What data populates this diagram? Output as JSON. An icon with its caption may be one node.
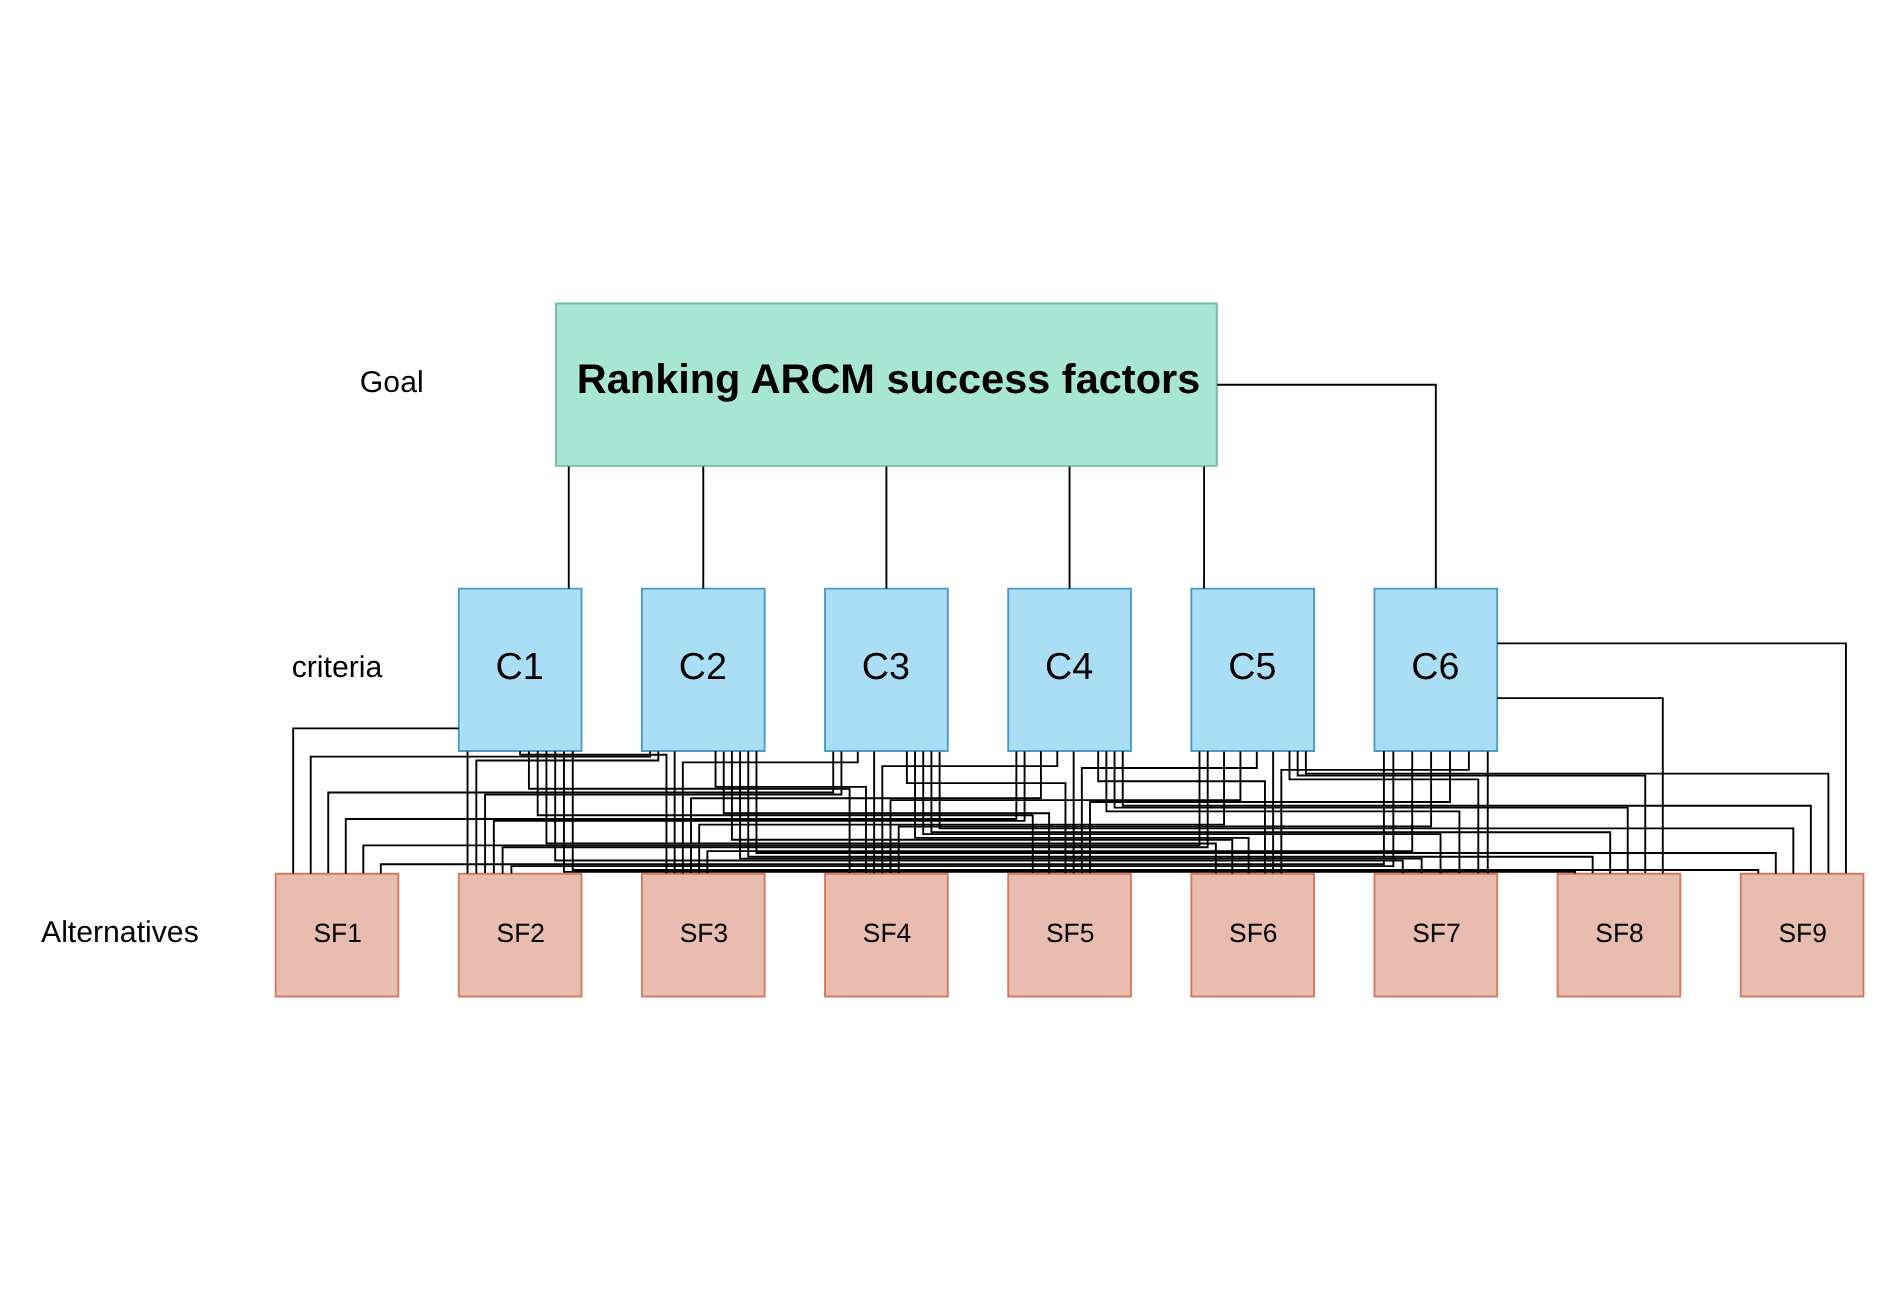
{
  "diagram": {
    "nodes": [
      {
        "text": [
          "Ranking ARCM success factors"
        ]
      },
      {
        "text": [
          "C1"
        ]
      },
      {
        "text": [
          "C2"
        ]
      },
      {
        "text": [
          "C3"
        ]
      },
      {
        "text": [
          "C4"
        ]
      },
      {
        "text": [
          "C5"
        ]
      },
      {
        "text": [
          "C6"
        ]
      },
      {
        "text": [
          "SF1"
        ]
      },
      {
        "text": [
          "SF2"
        ]
      },
      {
        "text": [
          "SF3"
        ]
      },
      {
        "text": [
          "SF4"
        ]
      },
      {
        "text": [
          "SF5"
        ]
      },
      {
        "text": [
          "SF6"
        ]
      },
      {
        "text": [
          "SF7"
        ]
      },
      {
        "text": [
          "SF8"
        ]
      },
      {
        "text": [
          "SF9"
        ]
      }
    ],
    "edges": [
      {
        "from": 0,
        "to": 1,
        "arrow": "none"
      },
      {
        "from": 0,
        "to": 2,
        "arrow": "none"
      },
      {
        "from": 0,
        "to": 3,
        "arrow": "none"
      },
      {
        "from": 0,
        "to": 4,
        "arrow": "none"
      },
      {
        "from": 0,
        "to": 5,
        "arrow": "none"
      },
      {
        "from": 0,
        "to": 6,
        "arrow": "none"
      },
      {
        "from": 1,
        "to": 7,
        "arrow": "none"
      },
      {
        "from": 1,
        "to": 8,
        "arrow": "none"
      },
      {
        "from": 1,
        "to": 9,
        "arrow": "none"
      },
      {
        "from": 1,
        "to": 10,
        "arrow": "none"
      },
      {
        "from": 1,
        "to": 11,
        "arrow": "none"
      },
      {
        "from": 1,
        "to": 12,
        "arrow": "none"
      },
      {
        "from": 1,
        "to": 13,
        "arrow": "none"
      },
      {
        "from": 1,
        "to": 14,
        "arrow": "none"
      },
      {
        "from": 1,
        "to": 15,
        "arrow": "none"
      },
      {
        "from": 2,
        "to": 7,
        "arrow": "none"
      },
      {
        "from": 2,
        "to": 8,
        "arrow": "none"
      },
      {
        "from": 2,
        "to": 9,
        "arrow": "none"
      },
      {
        "from": 2,
        "to": 10,
        "arrow": "none"
      },
      {
        "from": 2,
        "to": 11,
        "arrow": "none"
      },
      {
        "from": 2,
        "to": 12,
        "arrow": "none"
      },
      {
        "from": 2,
        "to": 13,
        "arrow": "none"
      },
      {
        "from": 2,
        "to": 14,
        "arrow": "none"
      },
      {
        "from": 2,
        "to": 15,
        "arrow": "none"
      },
      {
        "from": 3,
        "to": 7,
        "arrow": "none"
      },
      {
        "from": 3,
        "to": 8,
        "arrow": "none"
      },
      {
        "from": 3,
        "to": 9,
        "arrow": "none"
      },
      {
        "from": 3,
        "to": 10,
        "arrow": "none"
      },
      {
        "from": 3,
        "to": 11,
        "arrow": "none"
      },
      {
        "from": 3,
        "to": 12,
        "arrow": "none"
      },
      {
        "from": 3,
        "to": 13,
        "arrow": "none"
      },
      {
        "from": 3,
        "to": 14,
        "arrow": "none"
      },
      {
        "from": 3,
        "to": 15,
        "arrow": "none"
      },
      {
        "from": 4,
        "to": 7,
        "arrow": "none"
      },
      {
        "from": 4,
        "to": 8,
        "arrow": "none"
      },
      {
        "from": 4,
        "to": 9,
        "arrow": "none"
      },
      {
        "from": 4,
        "to": 10,
        "arrow": "none"
      },
      {
        "from": 4,
        "to": 11,
        "arrow": "none"
      },
      {
        "from": 4,
        "to": 12,
        "arrow": "none"
      },
      {
        "from": 4,
        "to": 13,
        "arrow": "none"
      },
      {
        "from": 4,
        "to": 14,
        "arrow": "none"
      },
      {
        "from": 4,
        "to": 15,
        "arrow": "none"
      },
      {
        "from": 5,
        "to": 7,
        "arrow": "none"
      },
      {
        "from": 5,
        "to": 8,
        "arrow": "none"
      },
      {
        "from": 5,
        "to": 9,
        "arrow": "none"
      },
      {
        "from": 5,
        "to": 10,
        "arrow": "none"
      },
      {
        "from": 5,
        "to": 11,
        "arrow": "none"
      },
      {
        "from": 5,
        "to": 12,
        "arrow": "none"
      },
      {
        "from": 5,
        "to": 13,
        "arrow": "none"
      },
      {
        "from": 5,
        "to": 14,
        "arrow": "none"
      },
      {
        "from": 5,
        "to": 15,
        "arrow": "none"
      },
      {
        "from": 6,
        "to": 7,
        "arrow": "none"
      },
      {
        "from": 6,
        "to": 8,
        "arrow": "none"
      },
      {
        "from": 6,
        "to": 9,
        "arrow": "none"
      },
      {
        "from": 6,
        "to": 10,
        "arrow": "none"
      },
      {
        "from": 6,
        "to": 11,
        "arrow": "none"
      },
      {
        "from": 6,
        "to": 12,
        "arrow": "none"
      },
      {
        "from": 6,
        "to": 13,
        "arrow": "none"
      },
      {
        "from": 6,
        "to": 14,
        "arrow": "none"
      },
      {
        "from": 6,
        "to": 15,
        "arrow": "none"
      }
    ],
    "labels": [
      "Goal",
      "criteria",
      "Alternatives"
    ]
  }
}
